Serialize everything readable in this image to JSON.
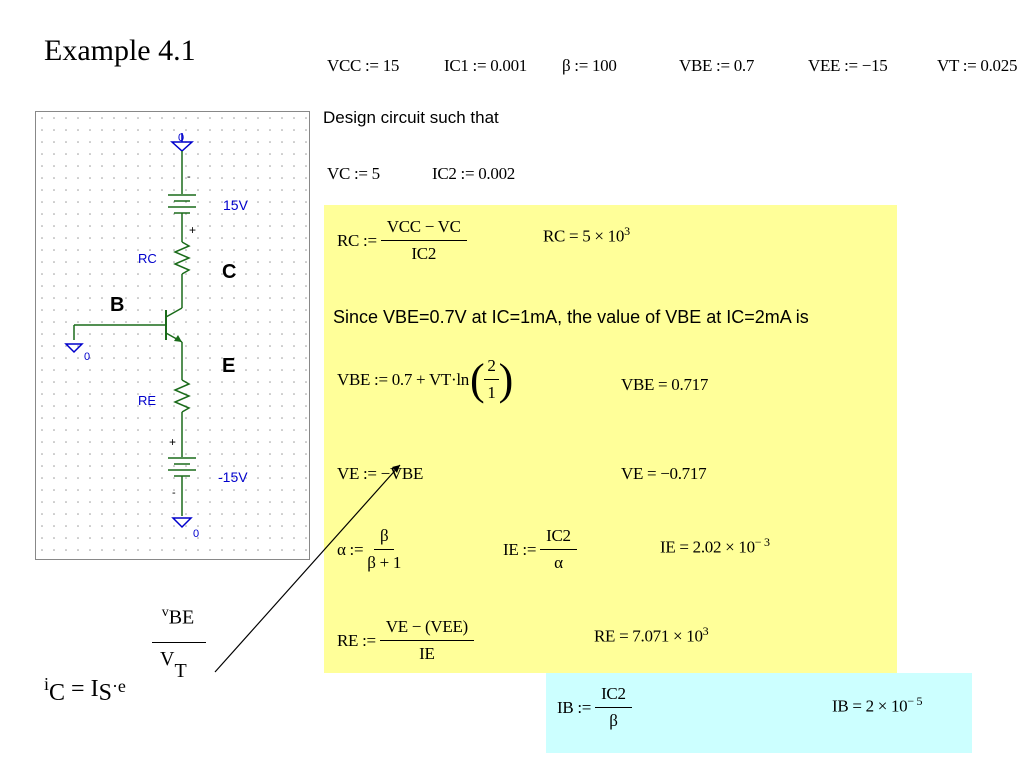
{
  "title": "Example 4.1",
  "given": [
    {
      "name": "VCC",
      "value": "15"
    },
    {
      "name": "IC1",
      "value": "0.001"
    },
    {
      "name": "β",
      "value": "100"
    },
    {
      "name": "VBE",
      "value": "0.7"
    },
    {
      "name": "VEE",
      "value": "−15"
    },
    {
      "name": "VT",
      "value": "0.025"
    }
  ],
  "design_text": "Design circuit such that",
  "design": [
    {
      "name": "VC",
      "value": "5"
    },
    {
      "name": "IC2",
      "value": "0.002"
    }
  ],
  "rc": {
    "lhs": "RC :=",
    "num": "VCC − VC",
    "den": "IC2",
    "result_lhs": "RC = 5 ×",
    "result_base": "10",
    "result_exp": "3"
  },
  "since_text": "Since VBE=0.7V at IC=1mA, the value of VBE at IC=2mA is",
  "vbe": {
    "lhs": "VBE := 0.7 + VT·ln",
    "num": "2",
    "den": "1",
    "result": "VBE = 0.717"
  },
  "ve": {
    "def": "VE := −VBE",
    "result": "VE = −0.717"
  },
  "alpha": {
    "lhs": "α :=",
    "num": "β",
    "den": "β + 1"
  },
  "ie": {
    "lhs": "IE :=",
    "num": "IC2",
    "den": "α",
    "result_lhs": "IE = 2.02 ×",
    "result_base": "10",
    "result_exp": "− 3"
  },
  "re": {
    "lhs": "RE :=",
    "num": "VE − (VEE)",
    "den": "IE",
    "result_lhs": "RE = 7.071 ×",
    "result_base": "10",
    "result_exp": "3"
  },
  "ib": {
    "lhs": "IB :=",
    "num": "IC2",
    "den": "β",
    "result_lhs": "IB = 2 ×",
    "result_base": "10",
    "result_exp": "− 5"
  },
  "equation": {
    "lhs_i": "i",
    "lhs_C": "C",
    "eq": "=",
    "I": "I",
    "S": "S",
    "e": "·e",
    "exp_v": "v",
    "exp_BE": "BE",
    "exp_V": "V",
    "exp_T": "T"
  },
  "schematic": {
    "node_B": "B",
    "node_C": "C",
    "node_E": "E",
    "rc_label": "RC",
    "re_label": "RE",
    "vcc_label": "15V",
    "vee_label": "-15V",
    "ground_label": "0",
    "plus": "+",
    "minus": "-",
    "wire_color": "#1a6b1a",
    "label_color": "#0000cc",
    "ground_color": "#0000cc"
  },
  "colors": {
    "yellow": "#ffff99",
    "cyan": "#ccffff"
  }
}
